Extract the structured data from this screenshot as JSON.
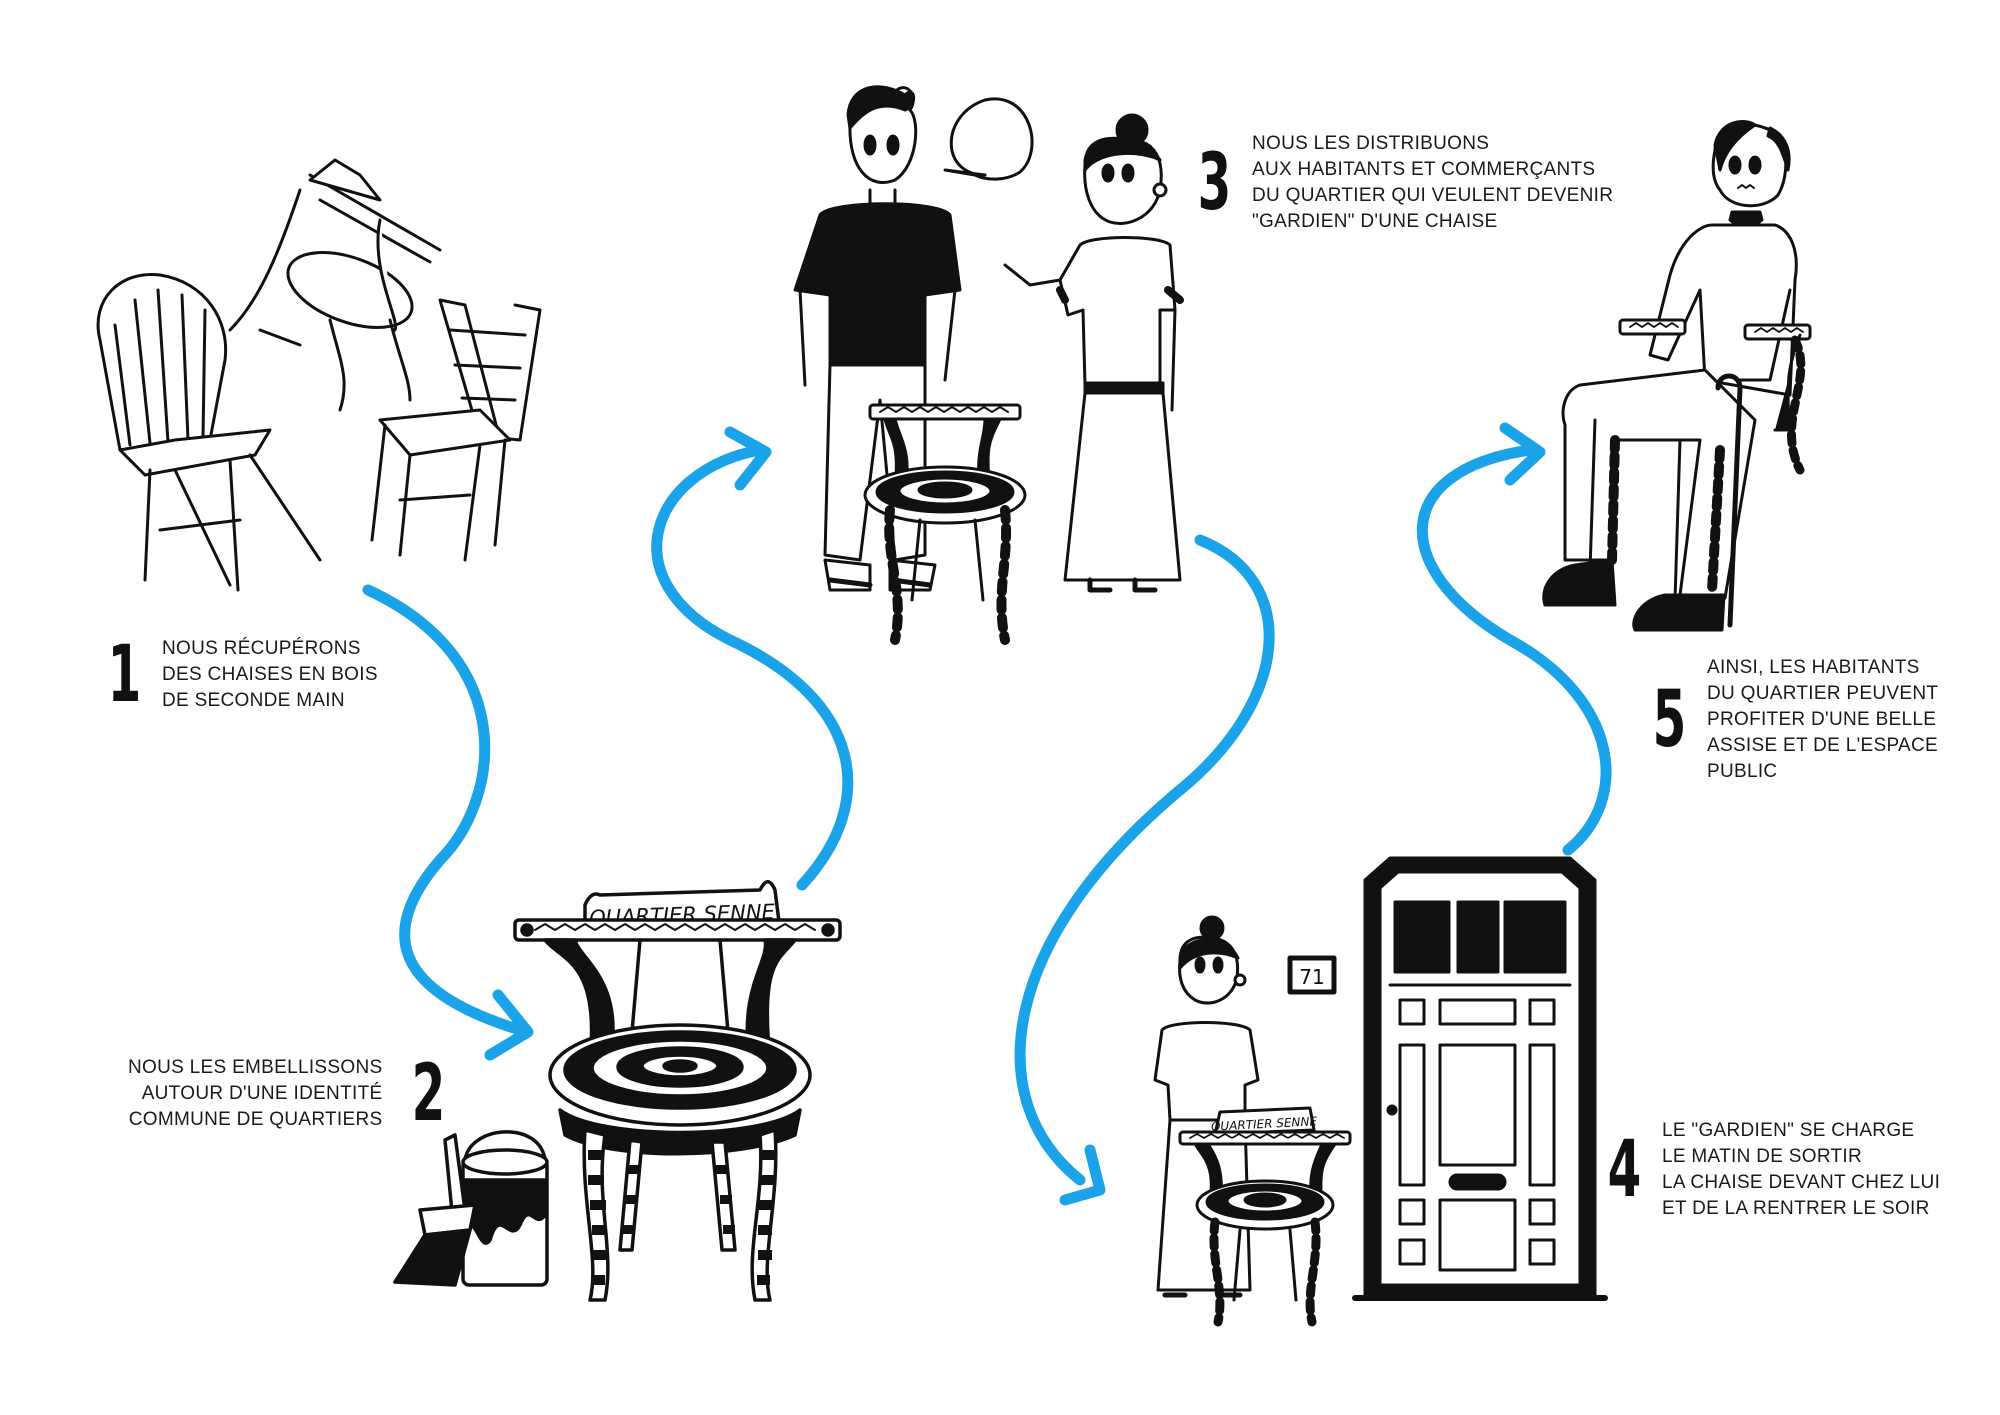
{
  "accent_color": "#1aa3e8",
  "ink_color": "#111111",
  "chair_sign_large": "QUARTIER SENNE",
  "chair_sign_small": "QUARTIER SENNE",
  "house_number": "71",
  "steps": [
    {
      "number": "1",
      "lines": [
        "NOUS RÉCUPÉRONS",
        "DES CHAISES EN BOIS",
        "DE SECONDE MAIN"
      ]
    },
    {
      "number": "2",
      "lines": [
        "NOUS LES  EMBELLISSONS",
        "AUTOUR D'UNE IDENTITÉ",
        "COMMUNE DE QUARTIERS"
      ]
    },
    {
      "number": "3",
      "lines": [
        "NOUS LES DISTRIBUONS",
        "AUX HABITANTS ET COMMERÇANTS",
        "DU QUARTIER QUI VEULENT DEVENIR",
        "\"GARDIEN\" D'UNE CHAISE"
      ]
    },
    {
      "number": "4",
      "lines": [
        "LE \"GARDIEN\" SE CHARGE",
        "LE MATIN DE SORTIR",
        "LA CHAISE DEVANT CHEZ LUI",
        "ET DE LA RENTRER LE SOIR"
      ]
    },
    {
      "number": "5",
      "lines": [
        "AINSI, LES HABITANTS",
        "DU QUARTIER PEUVENT",
        "PROFITER D'UNE BELLE",
        "ASSISE ET DE L'ESPACE",
        "PUBLIC"
      ]
    }
  ]
}
